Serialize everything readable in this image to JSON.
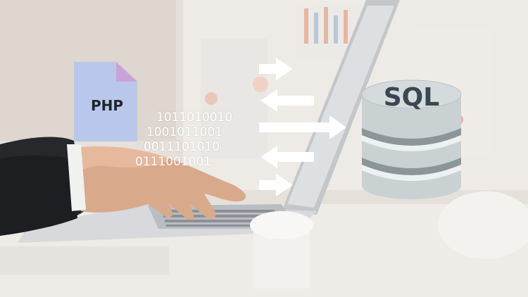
{
  "php_file": {
    "label": "PHP",
    "icon": "php-file-icon",
    "color": "#b9c8ea",
    "fold_color": "#c8a3d8"
  },
  "binary_lines": [
    "1011010010",
    "1001011001",
    "0011101010",
    "0111001001"
  ],
  "database": {
    "label": "SQL",
    "icon": "database-icon",
    "color": "#c9d1d3",
    "band_color": "#8c9699"
  },
  "arrows": [
    {
      "direction": "right",
      "icon": "arrow-right-icon"
    },
    {
      "direction": "left",
      "icon": "arrow-left-icon"
    },
    {
      "direction": "right",
      "icon": "arrow-right-icon"
    },
    {
      "direction": "left",
      "icon": "arrow-left-icon"
    },
    {
      "direction": "right",
      "icon": "arrow-right-icon"
    }
  ]
}
